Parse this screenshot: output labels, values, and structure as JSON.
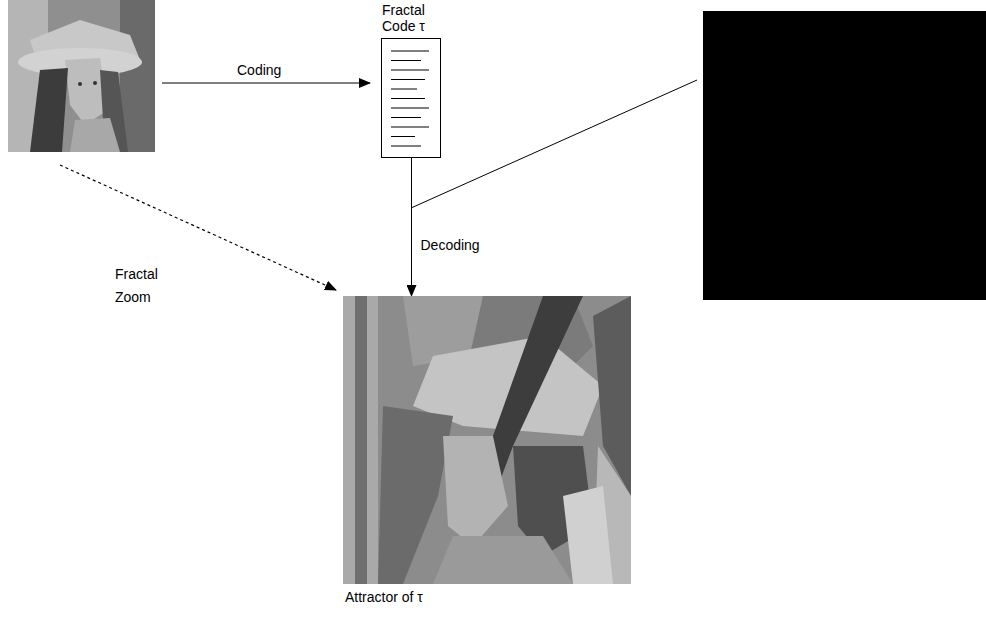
{
  "diagram": {
    "nodes": [
      {
        "text": [
          "Fractal Code τ"
        ]
      },
      {
        "text": [
          "Attractor of τ"
        ]
      }
    ],
    "edges": [
      {
        "from": 0,
        "to": 1,
        "arrow": "to",
        "label": "Decoding"
      }
    ],
    "labels": [
      "Coding",
      "Fractal Zoom"
    ]
  }
}
